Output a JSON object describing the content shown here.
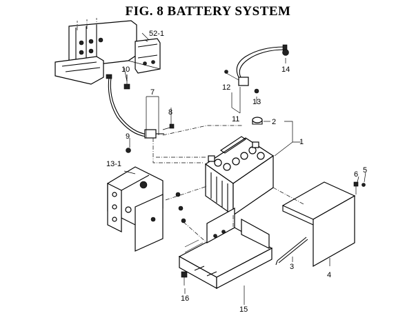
{
  "title": "FIG. 8  BATTERY SYSTEM",
  "callouts": {
    "c52_1": "52-1",
    "c10": "10",
    "c14": "14",
    "c7": "7",
    "c8": "8",
    "c9": "9",
    "c12": "12",
    "c13": "13",
    "c11": "11",
    "c2": "2",
    "c1": "1",
    "c13_1": "13-1",
    "c6": "6",
    "c5": "5",
    "c3": "3",
    "c4": "4",
    "c16": "16",
    "c15": "15"
  }
}
